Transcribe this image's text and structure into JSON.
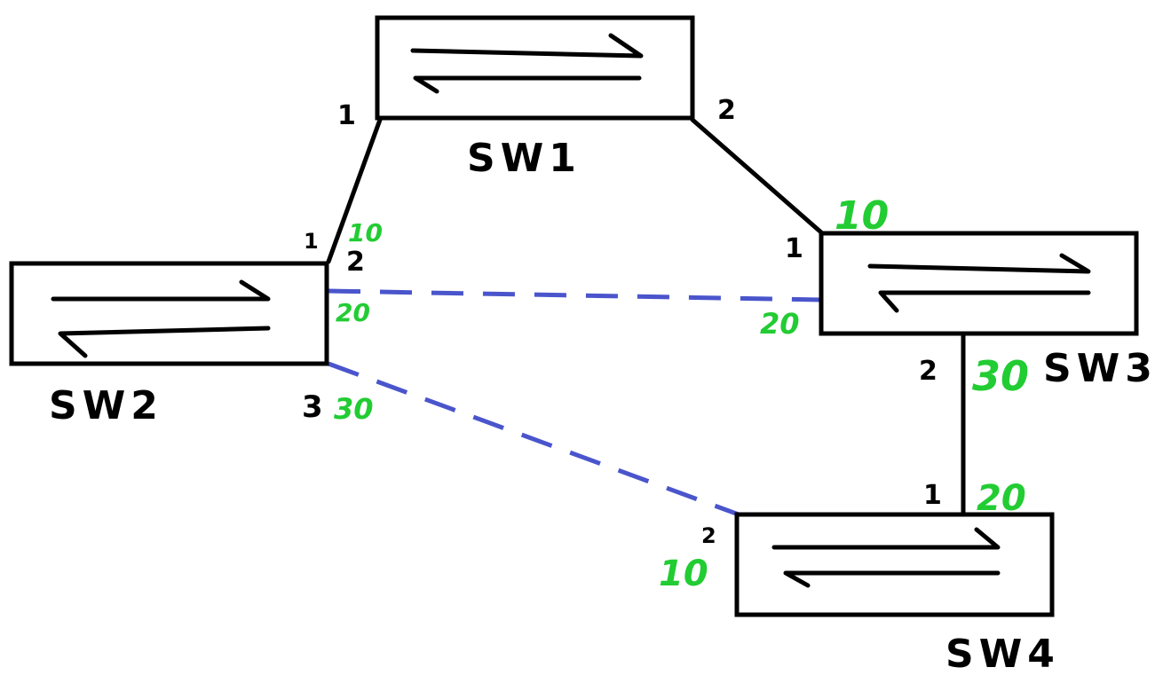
{
  "colors": {
    "ink": "#000000",
    "cost": "#22cc33",
    "blocked_link": "#4a55cc",
    "background": "#ffffff"
  },
  "icons": {
    "switch": "bidirectional-arrows-icon"
  },
  "switches": {
    "sw1": {
      "name": "SW1"
    },
    "sw2": {
      "name": "SW2"
    },
    "sw3": {
      "name": "SW3"
    },
    "sw4": {
      "name": "SW4"
    }
  },
  "ports": {
    "sw1_p1": "1",
    "sw1_p2": "2",
    "sw2_p1": "1",
    "sw2_p2": "2",
    "sw2_p3": "3",
    "sw3_p1": "1",
    "sw3_p2": "2",
    "sw4_p1": "1",
    "sw4_p2": "2"
  },
  "costs": {
    "sw2_p1": "10",
    "sw2_p2": "20",
    "sw2_p3": "30",
    "sw3_p1": "10",
    "sw3_link_sw2": "20",
    "sw3_p2": "30",
    "sw4_p1": "20",
    "sw4_p2": "10"
  },
  "links": [
    {
      "from": "SW2",
      "to": "SW1",
      "style": "solid"
    },
    {
      "from": "SW1",
      "to": "SW3",
      "style": "solid"
    },
    {
      "from": "SW3",
      "to": "SW4",
      "style": "solid"
    },
    {
      "from": "SW2",
      "to": "SW3",
      "style": "dashed"
    },
    {
      "from": "SW2",
      "to": "SW4",
      "style": "dashed"
    }
  ]
}
